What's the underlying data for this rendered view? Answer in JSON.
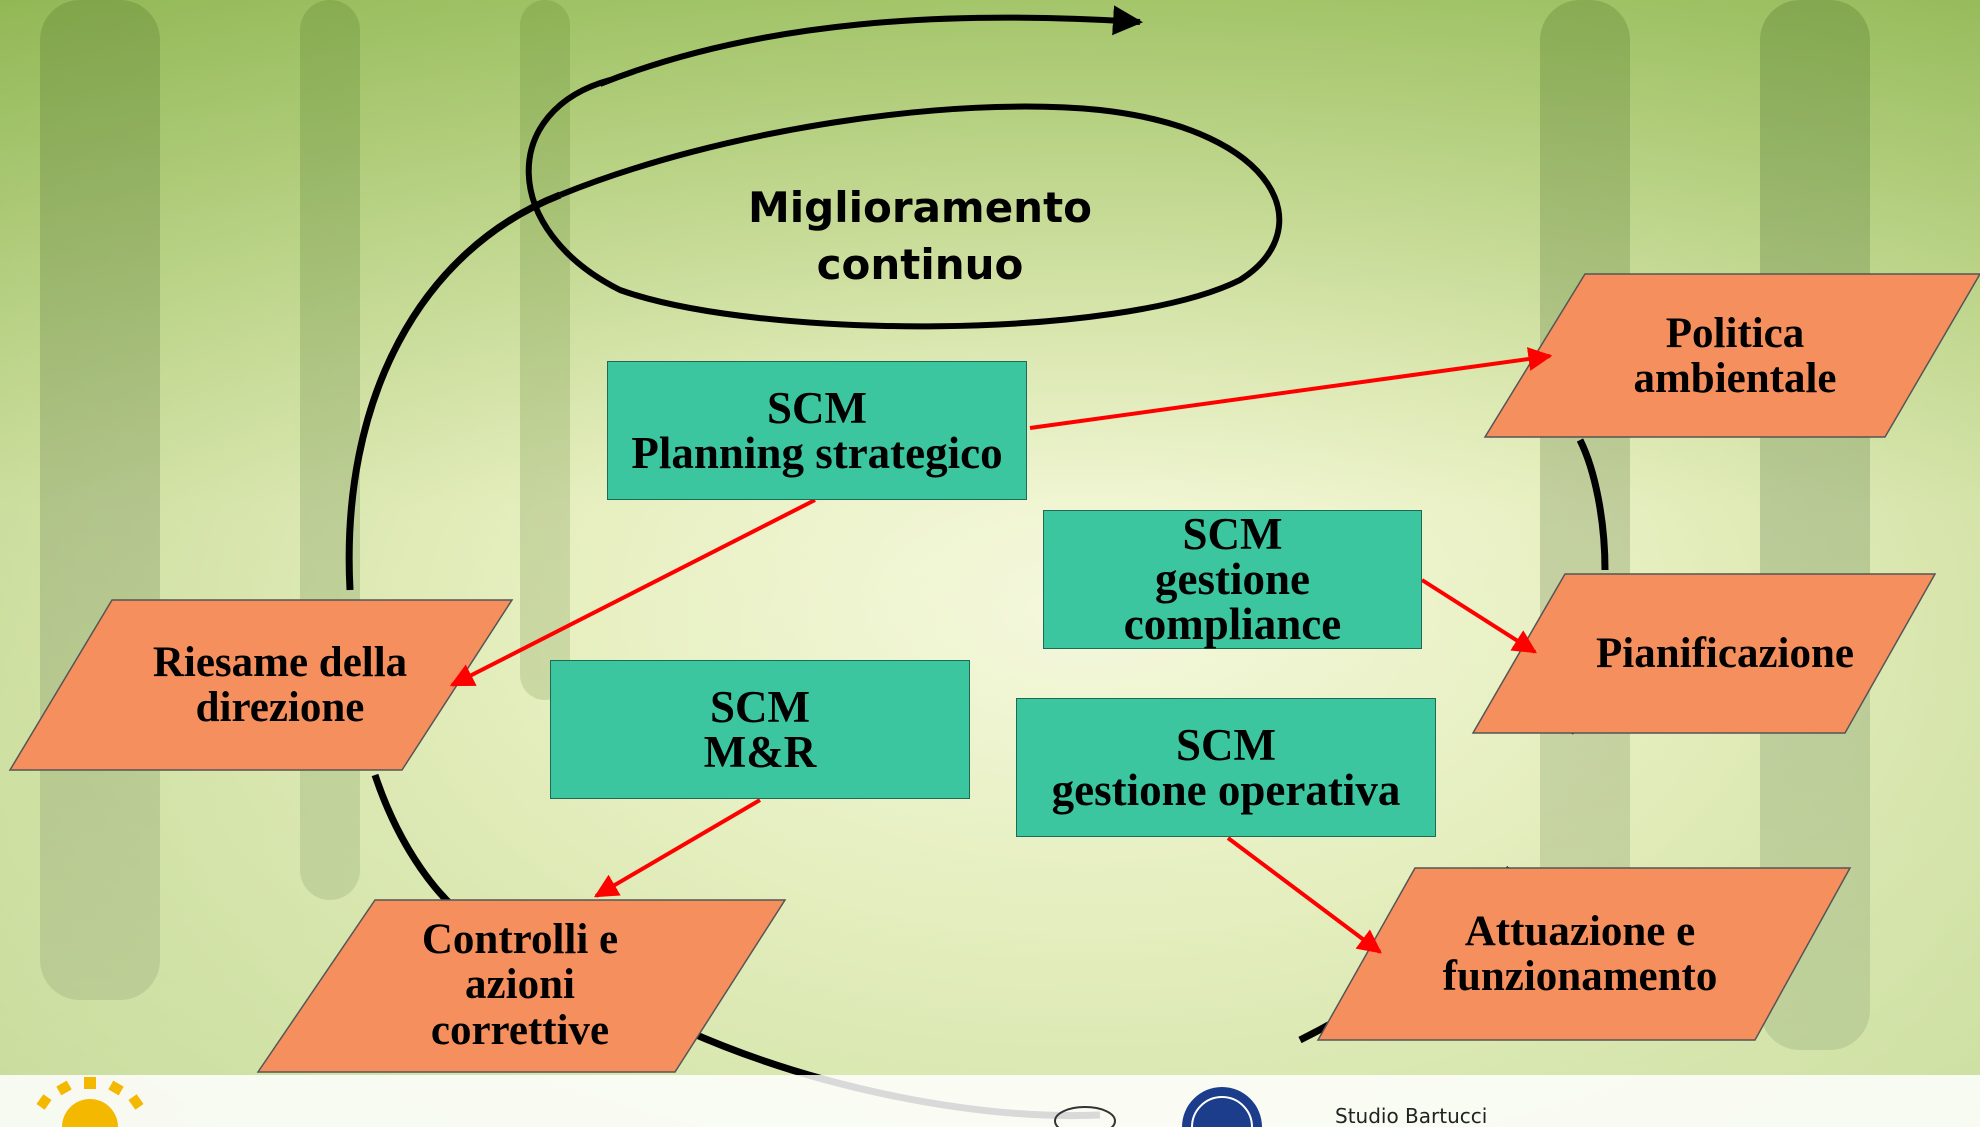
{
  "center_label": {
    "line1": "Miglioramento",
    "line2": "continuo"
  },
  "scm_boxes": {
    "planning": {
      "line1": "SCM",
      "line2": "Planning strategico"
    },
    "compliance": {
      "line1": "SCM",
      "line2": "gestione",
      "line3": "compliance"
    },
    "mr": {
      "line1": "SCM",
      "line2": "M&R"
    },
    "operativa": {
      "line1": "SCM",
      "line2": "gestione operativa"
    }
  },
  "phases": {
    "politica": {
      "line1": "Politica",
      "line2": "ambientale"
    },
    "pianificazione": {
      "line1": "Pianificazione"
    },
    "attuazione": {
      "line1": "Attuazione e",
      "line2": "funzionamento"
    },
    "controlli": {
      "line1": "Controlli e",
      "line2": "azioni",
      "line3": "correttive"
    },
    "riesame": {
      "line1": "Riesame della",
      "line2": "direzione"
    }
  },
  "footer": {
    "studio_text": "Studio Bartucci"
  },
  "colors": {
    "scm_box": "#3cc6a0",
    "phase_box": "#f5905e",
    "connector": "#ff0000",
    "cycle": "#000000"
  }
}
